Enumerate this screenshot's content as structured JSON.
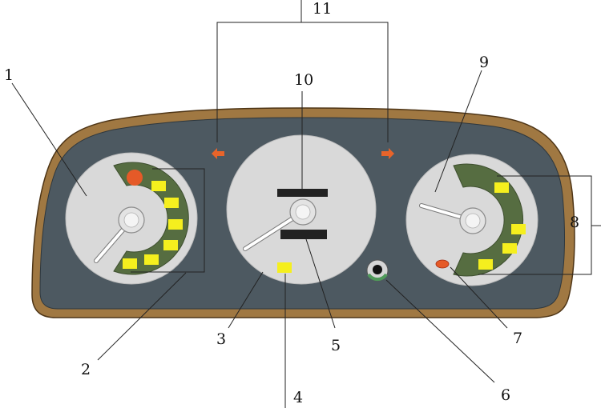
{
  "colors": {
    "bezel": "#a07842",
    "bezel_edge": "#4e3516",
    "panel": "#4d5961",
    "gauge_face": "#d9d9d9",
    "gauge_ring": "#c4c4c4",
    "arc_green": "#566d41",
    "indicator_yellow": "#f5ef1e",
    "warning_red": "#e55a28",
    "turn_arrow": "#e8642a",
    "needle": "#ffffff",
    "bar": "#222222",
    "leader_line": "#222222"
  },
  "icons": {
    "turn_left": "arrow-left-icon",
    "turn_right": "arrow-right-icon",
    "warning_lamp_left": "warning-lamp-icon",
    "warning_lamp_right": "warning-lamp-icon",
    "ignition": "ignition-knob-icon"
  },
  "callouts": {
    "c1": "1",
    "c2": "2",
    "c3": "3",
    "c4": "4",
    "c5": "5",
    "c6": "6",
    "c7": "7",
    "c8": "8",
    "c9": "9",
    "c10": "10",
    "c11": "11"
  }
}
